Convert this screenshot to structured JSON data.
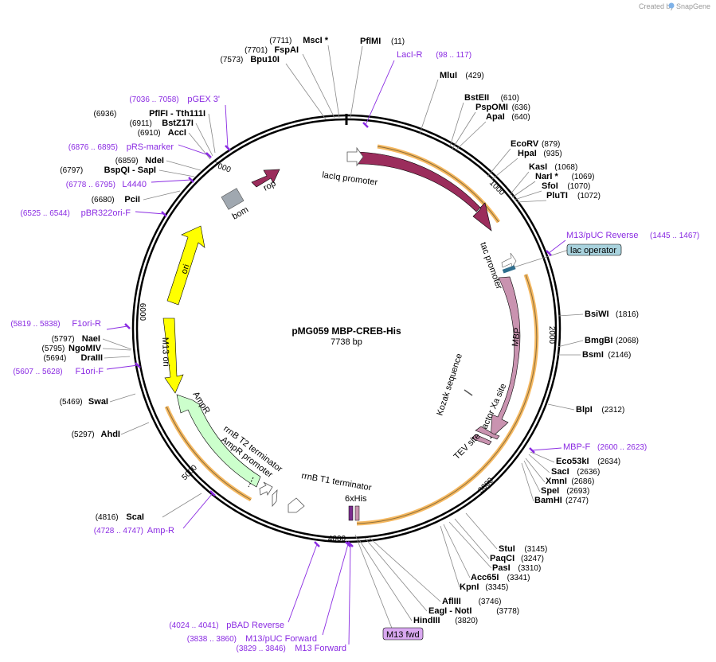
{
  "branding": {
    "created_by": "Created by",
    "app": "SnapGene"
  },
  "plasmid": {
    "name": "pMG059 MBP-CREB-His",
    "length": "7738 bp"
  },
  "ticks": [
    "1000",
    "2000",
    "3000",
    "4000",
    "5000",
    "6000",
    "7000"
  ],
  "features": {
    "lacI": "lacI",
    "lacIq": "lacIq promoter",
    "tac": "tac promoter",
    "lac_operator": "lac operator",
    "MBP": "MBP",
    "kozak": "Kozak sequence",
    "factorXa": "Factor Xa site",
    "tev": "TEV site",
    "his": "6xHis",
    "rrnbT1": "rrnB T1 terminator",
    "rrnbT2": "rrnB T2 terminator",
    "ampr_prom": "AmpR promoter",
    "AmpR": "AmpR",
    "M13ori": "M13 ori",
    "ori": "ori",
    "bom": "bom",
    "rop": "rop",
    "m13fwd_box": "M13 fwd"
  },
  "sites": [
    {
      "name": "PflMI",
      "pos": "(11)"
    },
    {
      "name": "MluI",
      "pos": "(429)"
    },
    {
      "name": "BstEII",
      "pos": "(610)"
    },
    {
      "name": "PspOMI",
      "pos": "(636)"
    },
    {
      "name": "ApaI",
      "pos": "(640)"
    },
    {
      "name": "EcoRV",
      "pos": "(879)"
    },
    {
      "name": "HpaI",
      "pos": "(935)"
    },
    {
      "name": "KasI",
      "pos": "(1068)"
    },
    {
      "name": "NarI *",
      "pos": "(1069)"
    },
    {
      "name": "SfoI",
      "pos": "(1070)"
    },
    {
      "name": "PluTI",
      "pos": "(1072)"
    },
    {
      "name": "BsiWI",
      "pos": "(1816)"
    },
    {
      "name": "BmgBI",
      "pos": "(2068)"
    },
    {
      "name": "BsmI",
      "pos": "(2146)"
    },
    {
      "name": "BlpI",
      "pos": "(2312)"
    },
    {
      "name": "Eco53kI",
      "pos": "(2634)"
    },
    {
      "name": "SacI",
      "pos": "(2636)"
    },
    {
      "name": "XmnI",
      "pos": "(2686)"
    },
    {
      "name": "SpeI",
      "pos": "(2693)"
    },
    {
      "name": "BamHI",
      "pos": "(2747)"
    },
    {
      "name": "StuI",
      "pos": "(3145)"
    },
    {
      "name": "PaqCI",
      "pos": "(3247)"
    },
    {
      "name": "PasI",
      "pos": "(3310)"
    },
    {
      "name": "Acc65I",
      "pos": "(3341)"
    },
    {
      "name": "KpnI",
      "pos": "(3345)"
    },
    {
      "name": "AflIII",
      "pos": "(3746)"
    },
    {
      "name": "EagI  - NotI",
      "pos": "(3778)"
    },
    {
      "name": "HindIII",
      "pos": "(3820)"
    },
    {
      "name": "ScaI",
      "pos": "(4816)"
    },
    {
      "name": "AhdI",
      "pos": "(5297)"
    },
    {
      "name": "SwaI",
      "pos": "(5469)"
    },
    {
      "name": "DraIII",
      "pos": "(5694)"
    },
    {
      "name": "NgoMIV",
      "pos": "(5795)"
    },
    {
      "name": "NaeI",
      "pos": "(5797)"
    },
    {
      "name": "PciI",
      "pos": "(6680)"
    },
    {
      "name": "BspQI  - SapI",
      "pos": "(6797)"
    },
    {
      "name": "NdeI",
      "pos": "(6859)"
    },
    {
      "name": "AccI",
      "pos": "(6910)"
    },
    {
      "name": "BstZ17I",
      "pos": "(6911)"
    },
    {
      "name": "PflFI  - Tth111I",
      "pos": "(6936)"
    },
    {
      "name": "Bpu10I",
      "pos": "(7573)"
    },
    {
      "name": "FspAI",
      "pos": "(7701)"
    },
    {
      "name": "MscI *",
      "pos": "(7711)"
    }
  ],
  "primers": [
    {
      "name": "LacI-R",
      "pos": "(98 .. 117)"
    },
    {
      "name": "M13/pUC Reverse",
      "pos": "(1445 .. 1467)"
    },
    {
      "name": "MBP-F",
      "pos": "(2600 .. 2623)"
    },
    {
      "name": "pBAD Reverse",
      "pos": "(4024 .. 4041)"
    },
    {
      "name": "M13/pUC Forward",
      "pos": "(3838 .. 3860)"
    },
    {
      "name": "M13 Forward",
      "pos": "(3829 .. 3846)"
    },
    {
      "name": "Amp-R",
      "pos": "(4728 .. 4747)"
    },
    {
      "name": "F1ori-F",
      "pos": "(5607 .. 5628)"
    },
    {
      "name": "F1ori-R",
      "pos": "(5819 .. 5838)"
    },
    {
      "name": "pBR322ori-F",
      "pos": "(6525 .. 6544)"
    },
    {
      "name": "L4440",
      "pos": "(6778 .. 6795)"
    },
    {
      "name": "pRS-marker",
      "pos": "(6876 .. 6895)"
    },
    {
      "name": "pGEX 3'",
      "pos": "(7036 .. 7058)"
    }
  ],
  "colors": {
    "lacI": "#9b2d5c",
    "MBP": "#c993b0",
    "AmpR": "#ccffcc",
    "ori": "#ffff00",
    "primer": "#8a2be2",
    "highlight": "#f5b860"
  }
}
